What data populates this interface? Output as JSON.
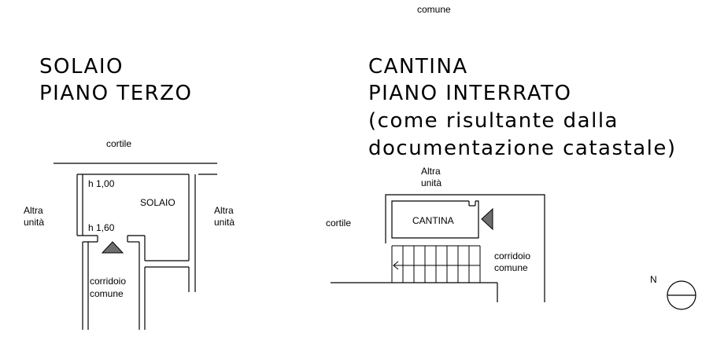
{
  "top_fragment": "comune",
  "left_plan": {
    "title_line1": "SOLAIO",
    "title_line2": "PIANO TERZO",
    "cortile": "cortile",
    "room_label": "SOLAIO",
    "height_top": "h 1,00",
    "height_bottom": "h 1,60",
    "altra_left_1": "Altra",
    "altra_left_2": "unità",
    "altra_right_1": "Altra",
    "altra_right_2": "unità",
    "corridoio_1": "corridoio",
    "corridoio_2": "comune"
  },
  "right_plan": {
    "title_line1": "CANTINA",
    "title_line2": "PIANO INTERRATO",
    "title_line3": "(come risultante dalla",
    "title_line4": "documentazione catastale)",
    "altra_1": "Altra",
    "altra_2": "unità",
    "room_label": "CANTINA",
    "cortile": "cortile",
    "corridoio_1": "corridoio",
    "corridoio_2": "comune"
  },
  "north_label": "N"
}
